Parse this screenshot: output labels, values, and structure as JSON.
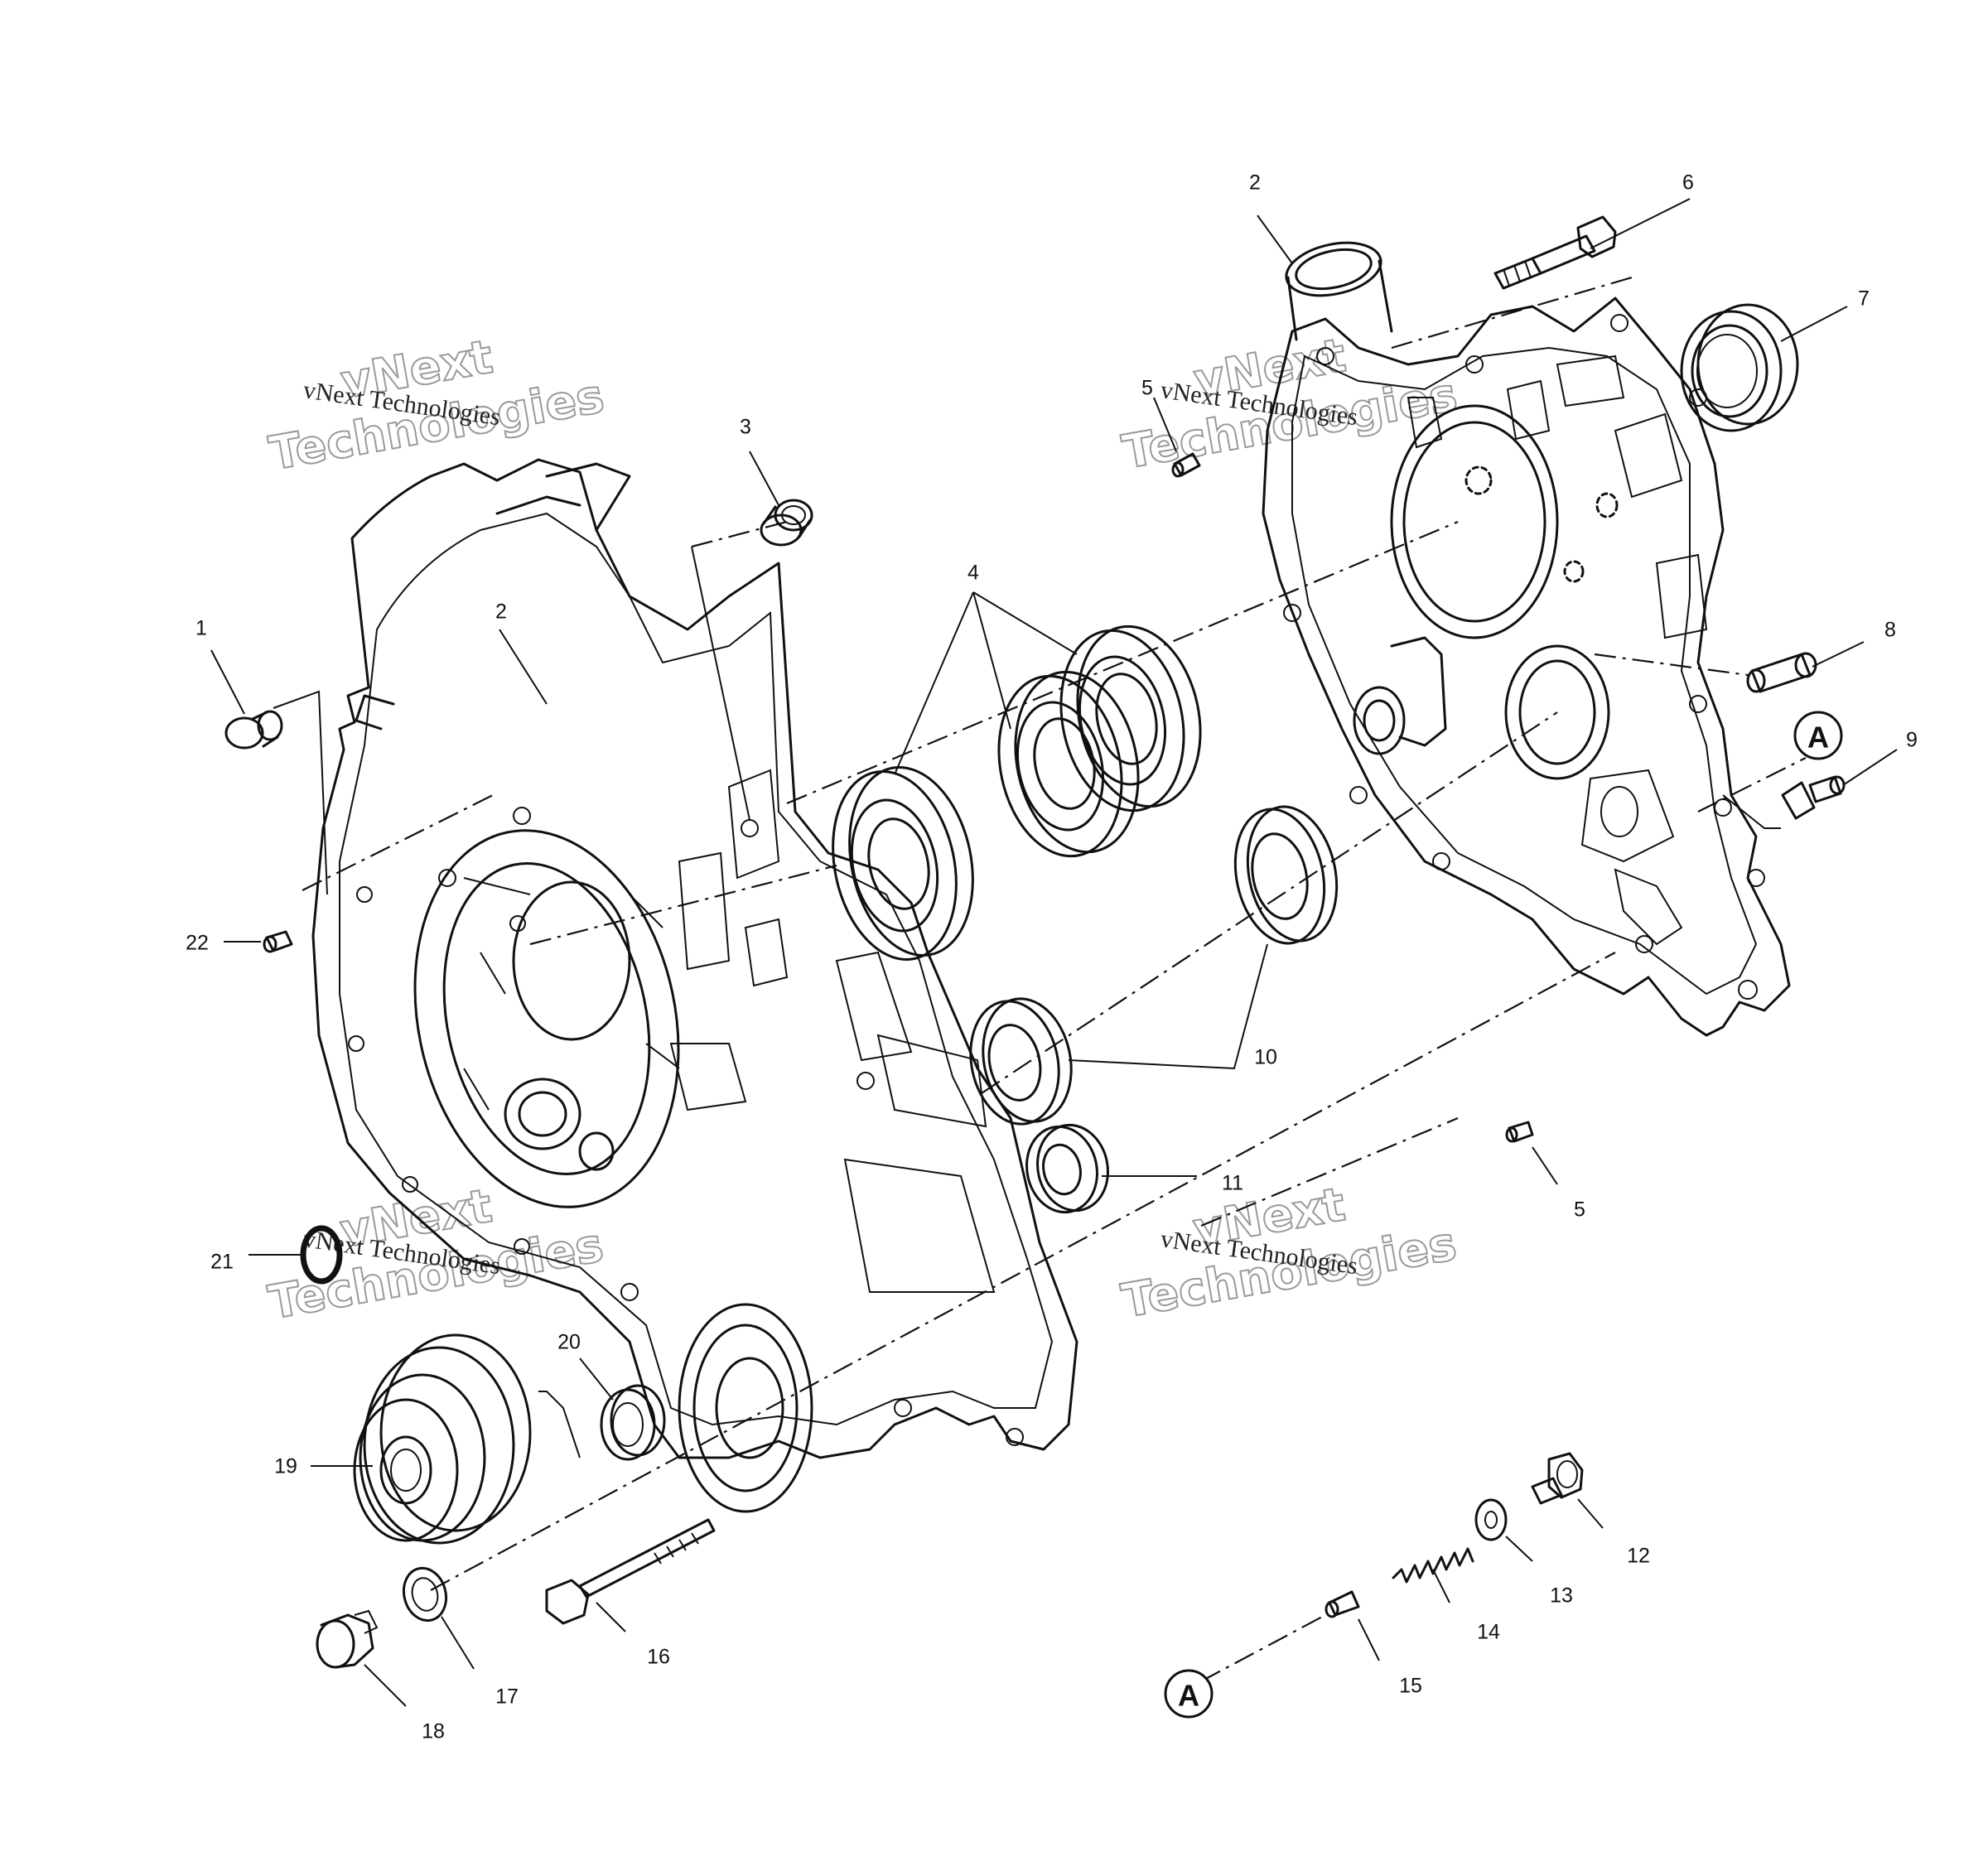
{
  "watermarks": [
    {
      "id": "wm1",
      "line1": "vNext",
      "line2": "Technologies",
      "caption": "vNext Technologies"
    },
    {
      "id": "wm2",
      "line1": "vNext",
      "line2": "Technologies",
      "caption": "vNext Technologies"
    },
    {
      "id": "wm3",
      "line1": "vNext",
      "line2": "Technologies",
      "caption": "vNext Technologies"
    },
    {
      "id": "wm4",
      "line1": "vNext",
      "line2": "Technologies",
      "caption": "vNext Technologies"
    }
  ],
  "callouts": [
    {
      "id": "c1",
      "label": "1"
    },
    {
      "id": "c2a",
      "label": "2"
    },
    {
      "id": "c2b",
      "label": "2"
    },
    {
      "id": "c3",
      "label": "3"
    },
    {
      "id": "c4",
      "label": "4"
    },
    {
      "id": "c5a",
      "label": "5"
    },
    {
      "id": "c5b",
      "label": "5"
    },
    {
      "id": "c6",
      "label": "6"
    },
    {
      "id": "c7",
      "label": "7"
    },
    {
      "id": "c8",
      "label": "8"
    },
    {
      "id": "c9",
      "label": "9"
    },
    {
      "id": "c10",
      "label": "10"
    },
    {
      "id": "c11",
      "label": "11"
    },
    {
      "id": "c12",
      "label": "12"
    },
    {
      "id": "c13",
      "label": "13"
    },
    {
      "id": "c14",
      "label": "14"
    },
    {
      "id": "c15",
      "label": "15"
    },
    {
      "id": "c16",
      "label": "16"
    },
    {
      "id": "c17",
      "label": "17"
    },
    {
      "id": "c18",
      "label": "18"
    },
    {
      "id": "c19",
      "label": "19"
    },
    {
      "id": "c20",
      "label": "20"
    },
    {
      "id": "c21",
      "label": "21"
    },
    {
      "id": "c22",
      "label": "22"
    }
  ],
  "reference_marks": [
    {
      "id": "refA1",
      "label": "A"
    },
    {
      "id": "refA2",
      "label": "A"
    }
  ]
}
